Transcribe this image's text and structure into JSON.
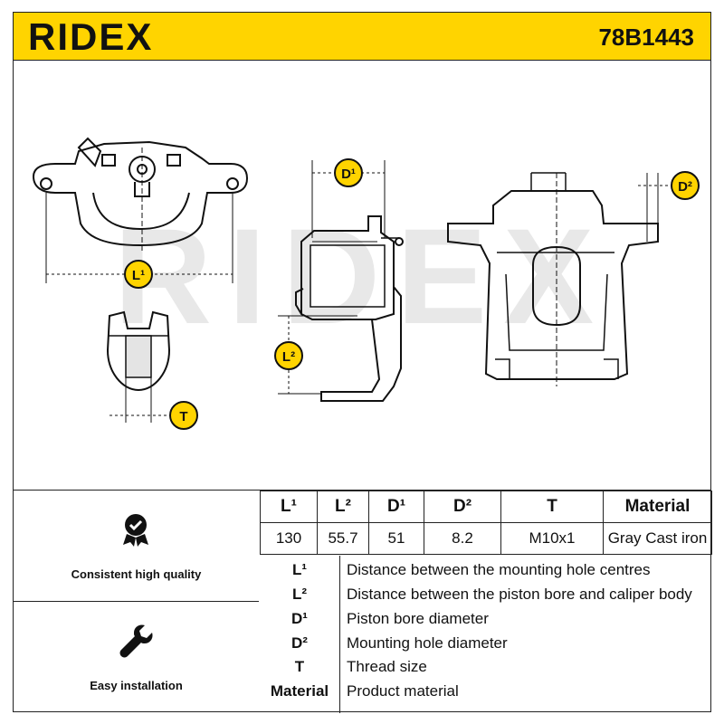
{
  "header": {
    "brand": "RIDEX",
    "part_number": "78B1443"
  },
  "drawing": {
    "watermark": "RIDEX",
    "labels": {
      "l1": "L¹",
      "l2": "L²",
      "d1": "D¹",
      "d2": "D²",
      "t": "T"
    }
  },
  "features": [
    {
      "label": "Consistent high quality",
      "icon": "quality-badge-icon"
    },
    {
      "label": "Easy installation",
      "icon": "wrench-icon"
    }
  ],
  "spec_table": {
    "headers": [
      "L¹",
      "L²",
      "D¹",
      "D²",
      "T",
      "Material"
    ],
    "values": [
      "130",
      "55.7",
      "51",
      "8.2",
      "M10x1",
      "Gray Cast iron"
    ]
  },
  "legend": [
    {
      "key": "L¹",
      "desc": "Distance between the mounting hole centres"
    },
    {
      "key": "L²",
      "desc": "Distance between the piston bore and caliper body"
    },
    {
      "key": "D¹",
      "desc": "Piston bore diameter"
    },
    {
      "key": "D²",
      "desc": "Mounting hole diameter"
    },
    {
      "key": "T",
      "desc": "Thread size"
    },
    {
      "key": "Material",
      "desc": "Product material"
    }
  ],
  "colors": {
    "accent": "#ffd400",
    "line": "#222222",
    "watermark": "#e6e6e6"
  }
}
